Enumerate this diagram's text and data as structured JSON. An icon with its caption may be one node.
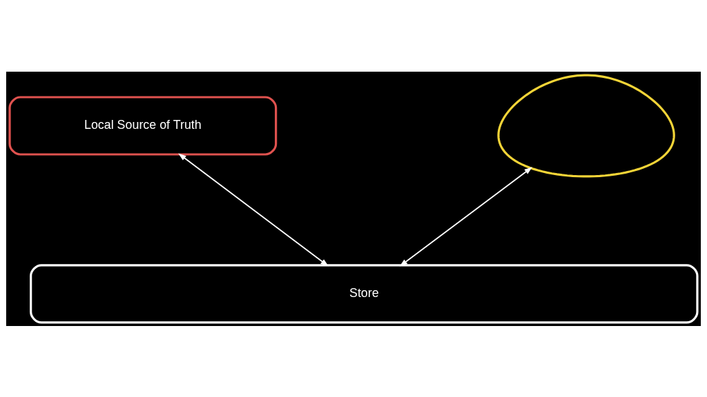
{
  "diagram": {
    "nodes": [
      {
        "text": [
          "Local Source of Truth"
        ]
      },
      {
        "text": [],
        "shape": "cloud"
      },
      {
        "text": [
          "Store"
        ]
      }
    ],
    "edges": [
      {
        "from": 0,
        "to": 2,
        "arrow": "both"
      },
      {
        "from": 1,
        "to": 2,
        "arrow": "both"
      }
    ]
  }
}
